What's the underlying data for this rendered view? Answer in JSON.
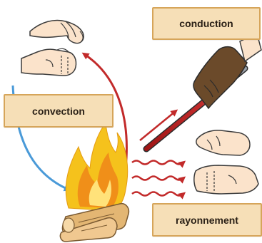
{
  "labels": {
    "conduction": "conduction",
    "convection": "convection",
    "rayonnement": "rayonnement"
  },
  "colors": {
    "label_fill": "#f6dfb7",
    "label_border": "#d6a55a",
    "convection_arrow_blue": "#4a9ad8",
    "convection_arrow_red": "#c22a2a",
    "radiation_waves": "#c22a2a",
    "flame_yellow": "#f5c21c",
    "flame_orange": "#f08a1a",
    "wood": "#e3b673",
    "glove": "#6b4a2a",
    "skin": "#fbe3cb"
  }
}
